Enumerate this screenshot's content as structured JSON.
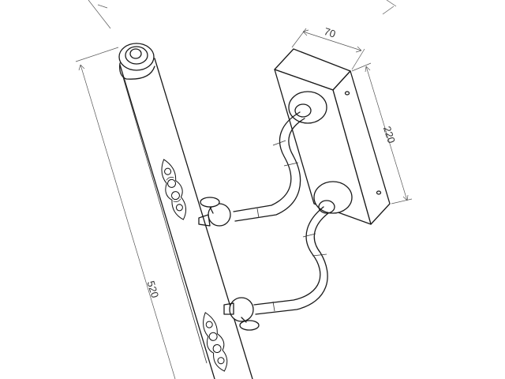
{
  "dimensions": {
    "depth": "70",
    "height": "220",
    "length": "520"
  },
  "colors": {
    "line": "#1a1a1a",
    "dimension_line": "#555555",
    "background": "#ffffff"
  }
}
